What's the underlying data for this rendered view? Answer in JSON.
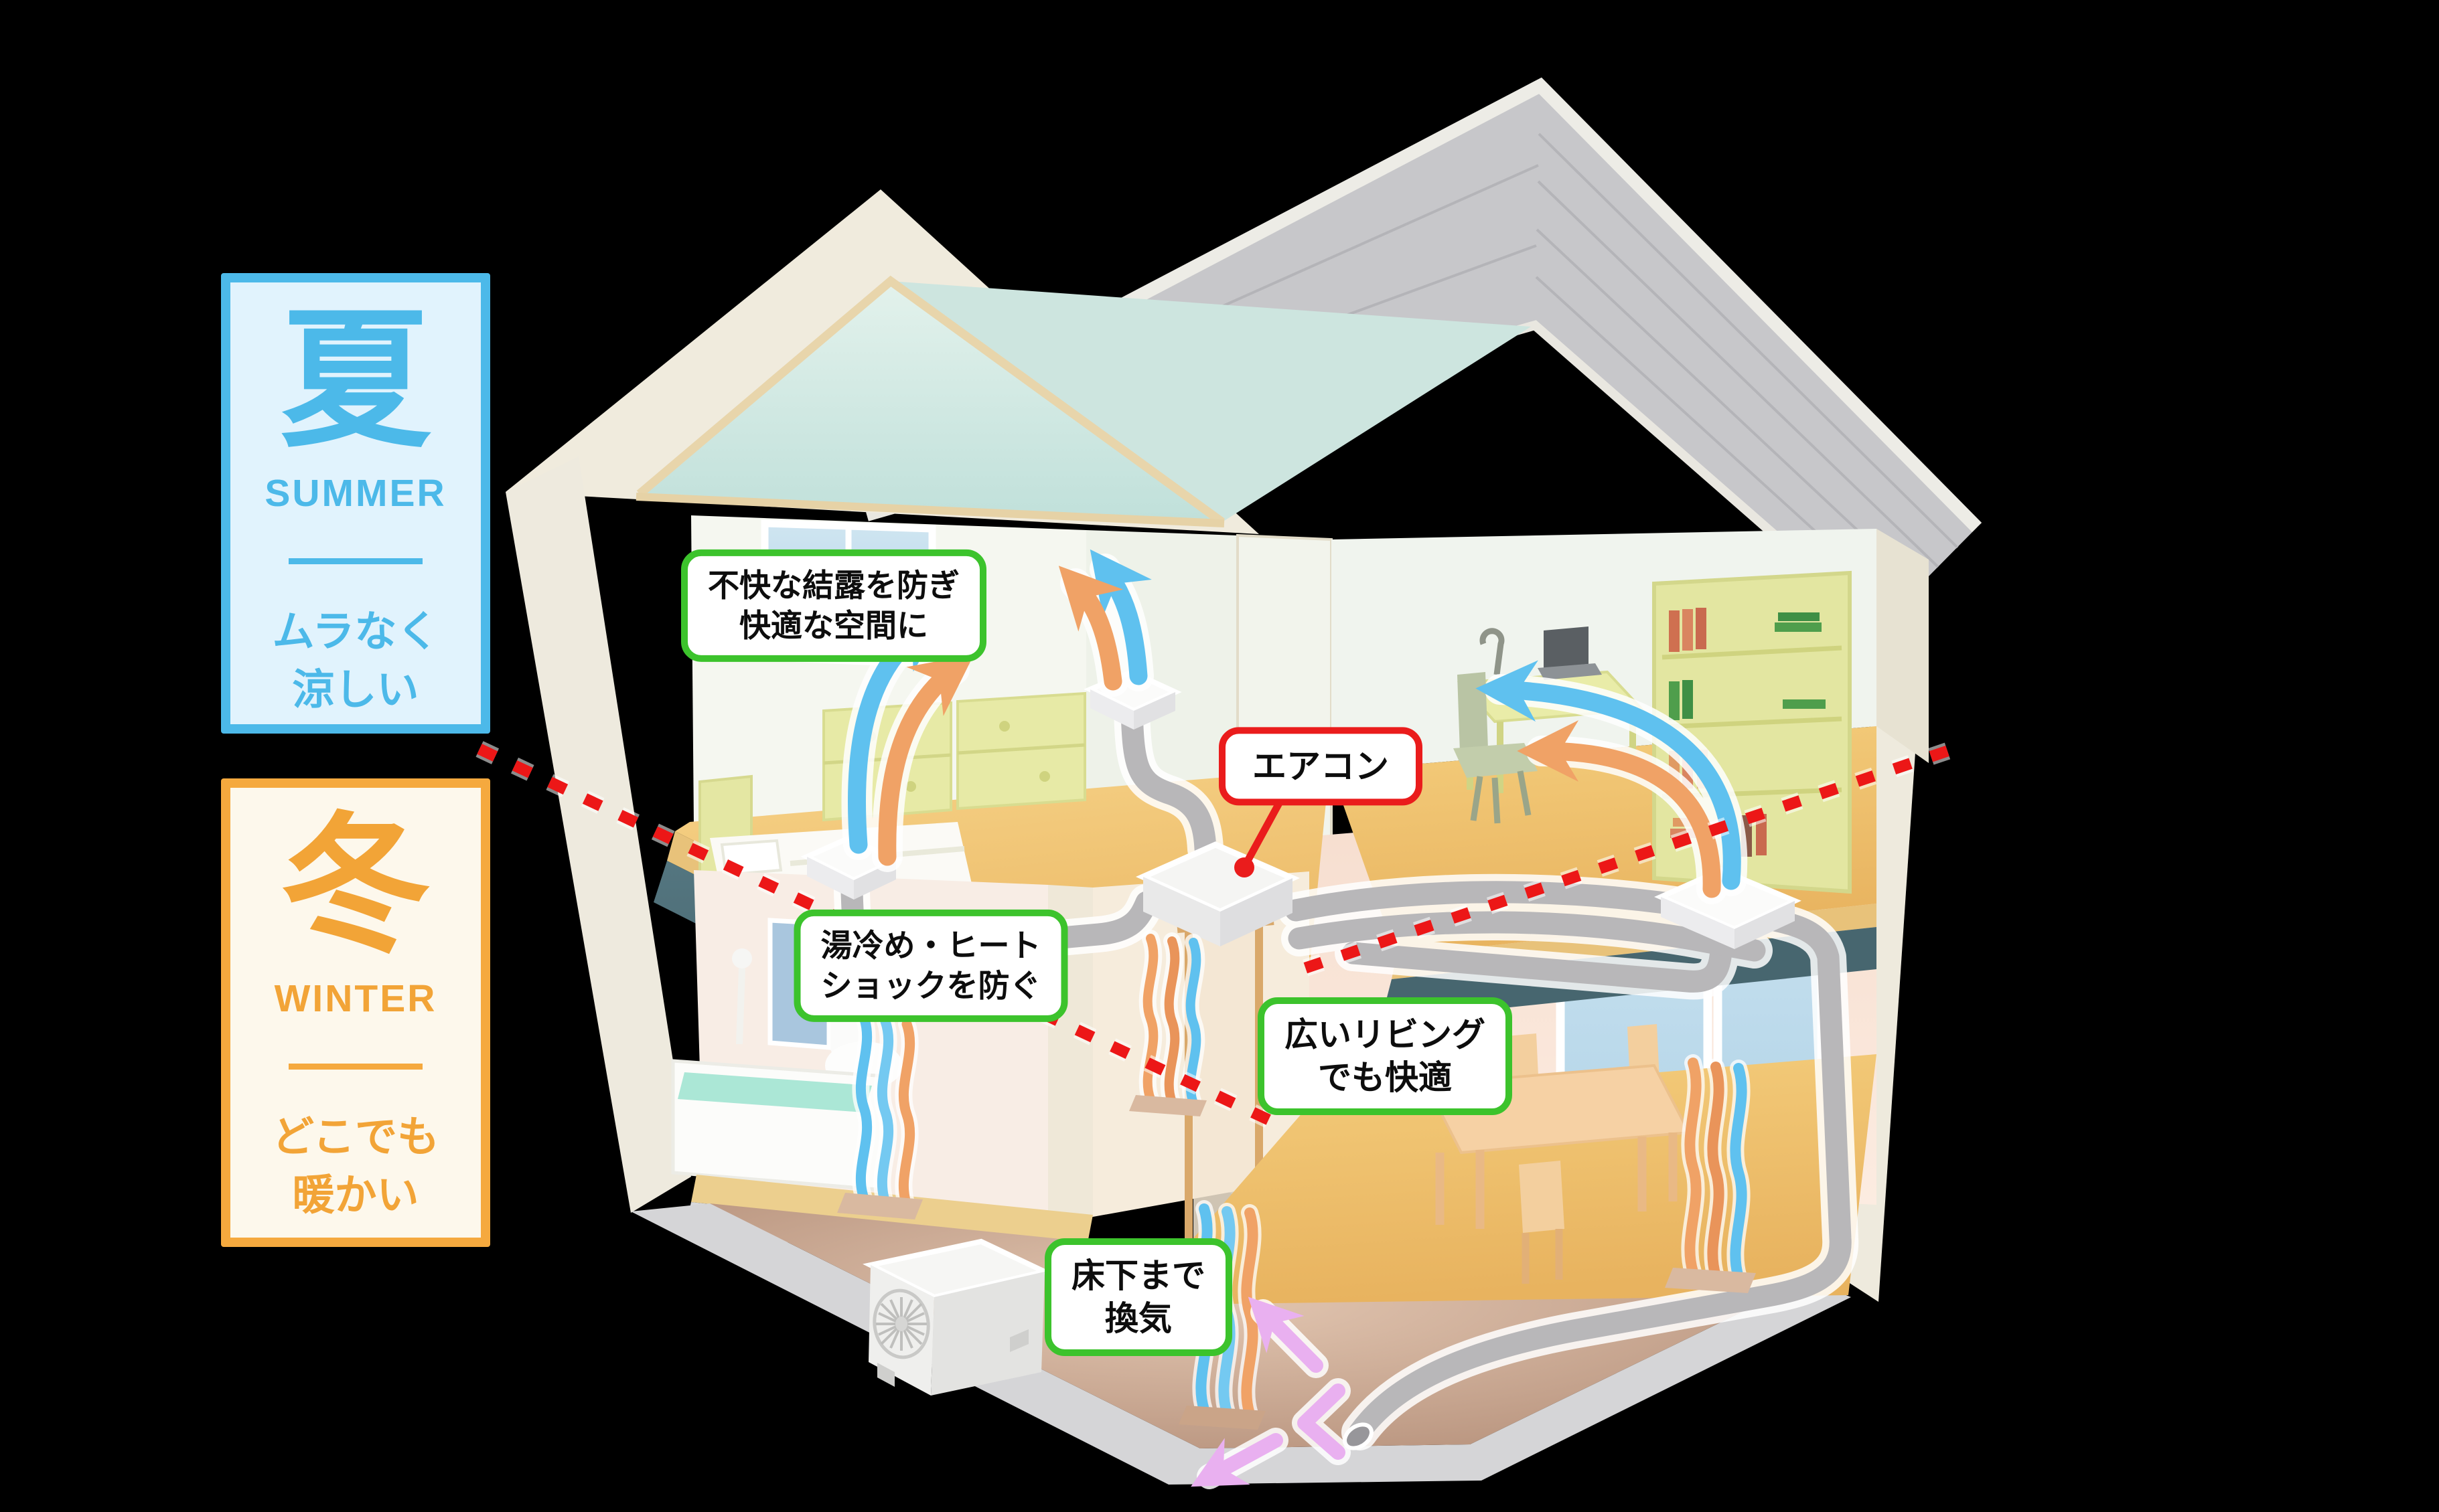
{
  "panels": {
    "summer": {
      "kanji": "夏",
      "en": "SUMMER",
      "line1": "ムラなく",
      "line2": "涼しい",
      "accent_color": "#4cb9e9",
      "bg_color": "#e1f3fd"
    },
    "winter": {
      "kanji": "冬",
      "en": "WINTER",
      "line1": "どこでも",
      "line2": "暖かい",
      "accent_color": "#f5a93e",
      "bg_color": "#fdf8ec"
    }
  },
  "callouts": {
    "condensation": {
      "line1": "不快な結露を防ぎ",
      "line2": "快適な空間に",
      "border_color": "#3cc32c"
    },
    "aircon": {
      "text": "エアコン",
      "border_color": "#ea1c1c"
    },
    "heat_shock": {
      "line1": "湯冷め・ヒート",
      "line2": "ショックを防ぐ",
      "border_color": "#3cc32c"
    },
    "living": {
      "line1": "広いリビング",
      "line2": "でも快適",
      "border_color": "#3cc32c"
    },
    "underfloor": {
      "line1": "床下まで",
      "line2": "換気",
      "border_color": "#3cc32c"
    }
  },
  "colors": {
    "background": "#000000",
    "dotted_leader_red": "#ec1717",
    "airflow_blue": "#5fc1ef",
    "airflow_orange": "#f0a266",
    "airflow_purple": "#e9b0f0",
    "roof_gray": "#c7c7ca",
    "wall_cream": "#f0ebdd",
    "attic_mint": "#d9ece5",
    "wood_floor": "#f0c671",
    "floor_cavity_teal": "#4a6a72",
    "duct_gray": "#b8b7b9",
    "underfloor_tan": "#c9a68e",
    "foundation_gray": "#d5d5d7",
    "bath_water_mint": "#abe7d6"
  }
}
